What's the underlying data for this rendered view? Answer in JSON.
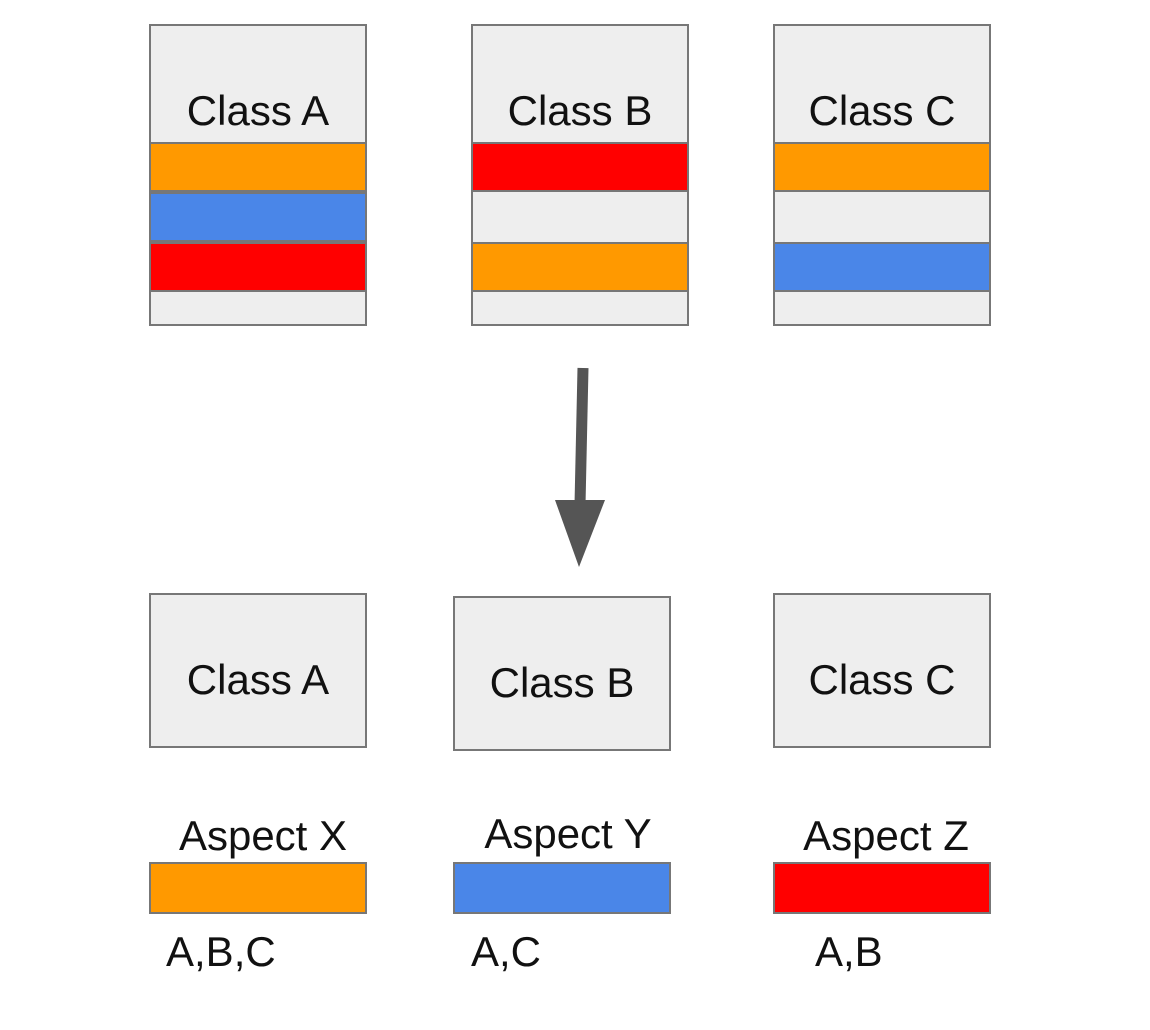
{
  "colors": {
    "orange": "#ff9900",
    "blue": "#4a86e8",
    "red": "#ff0000",
    "box_fill": "#eeeeee",
    "border": "#777777",
    "arrow": "#555555"
  },
  "top_classes": [
    {
      "label": "Class A",
      "stripes": [
        "orange",
        "blue",
        "red"
      ]
    },
    {
      "label": "Class B",
      "stripes": [
        "red",
        "empty",
        "orange"
      ]
    },
    {
      "label": "Class C",
      "stripes": [
        "orange",
        "empty",
        "blue"
      ]
    }
  ],
  "bottom_classes": [
    {
      "label": "Class A"
    },
    {
      "label": "Class B"
    },
    {
      "label": "Class C"
    }
  ],
  "aspects": [
    {
      "label": "Aspect X",
      "color": "orange",
      "members": "A,B,C"
    },
    {
      "label": "Aspect Y",
      "color": "blue",
      "members": "A,C"
    },
    {
      "label": "Aspect Z",
      "color": "red",
      "members": "A,B"
    }
  ]
}
